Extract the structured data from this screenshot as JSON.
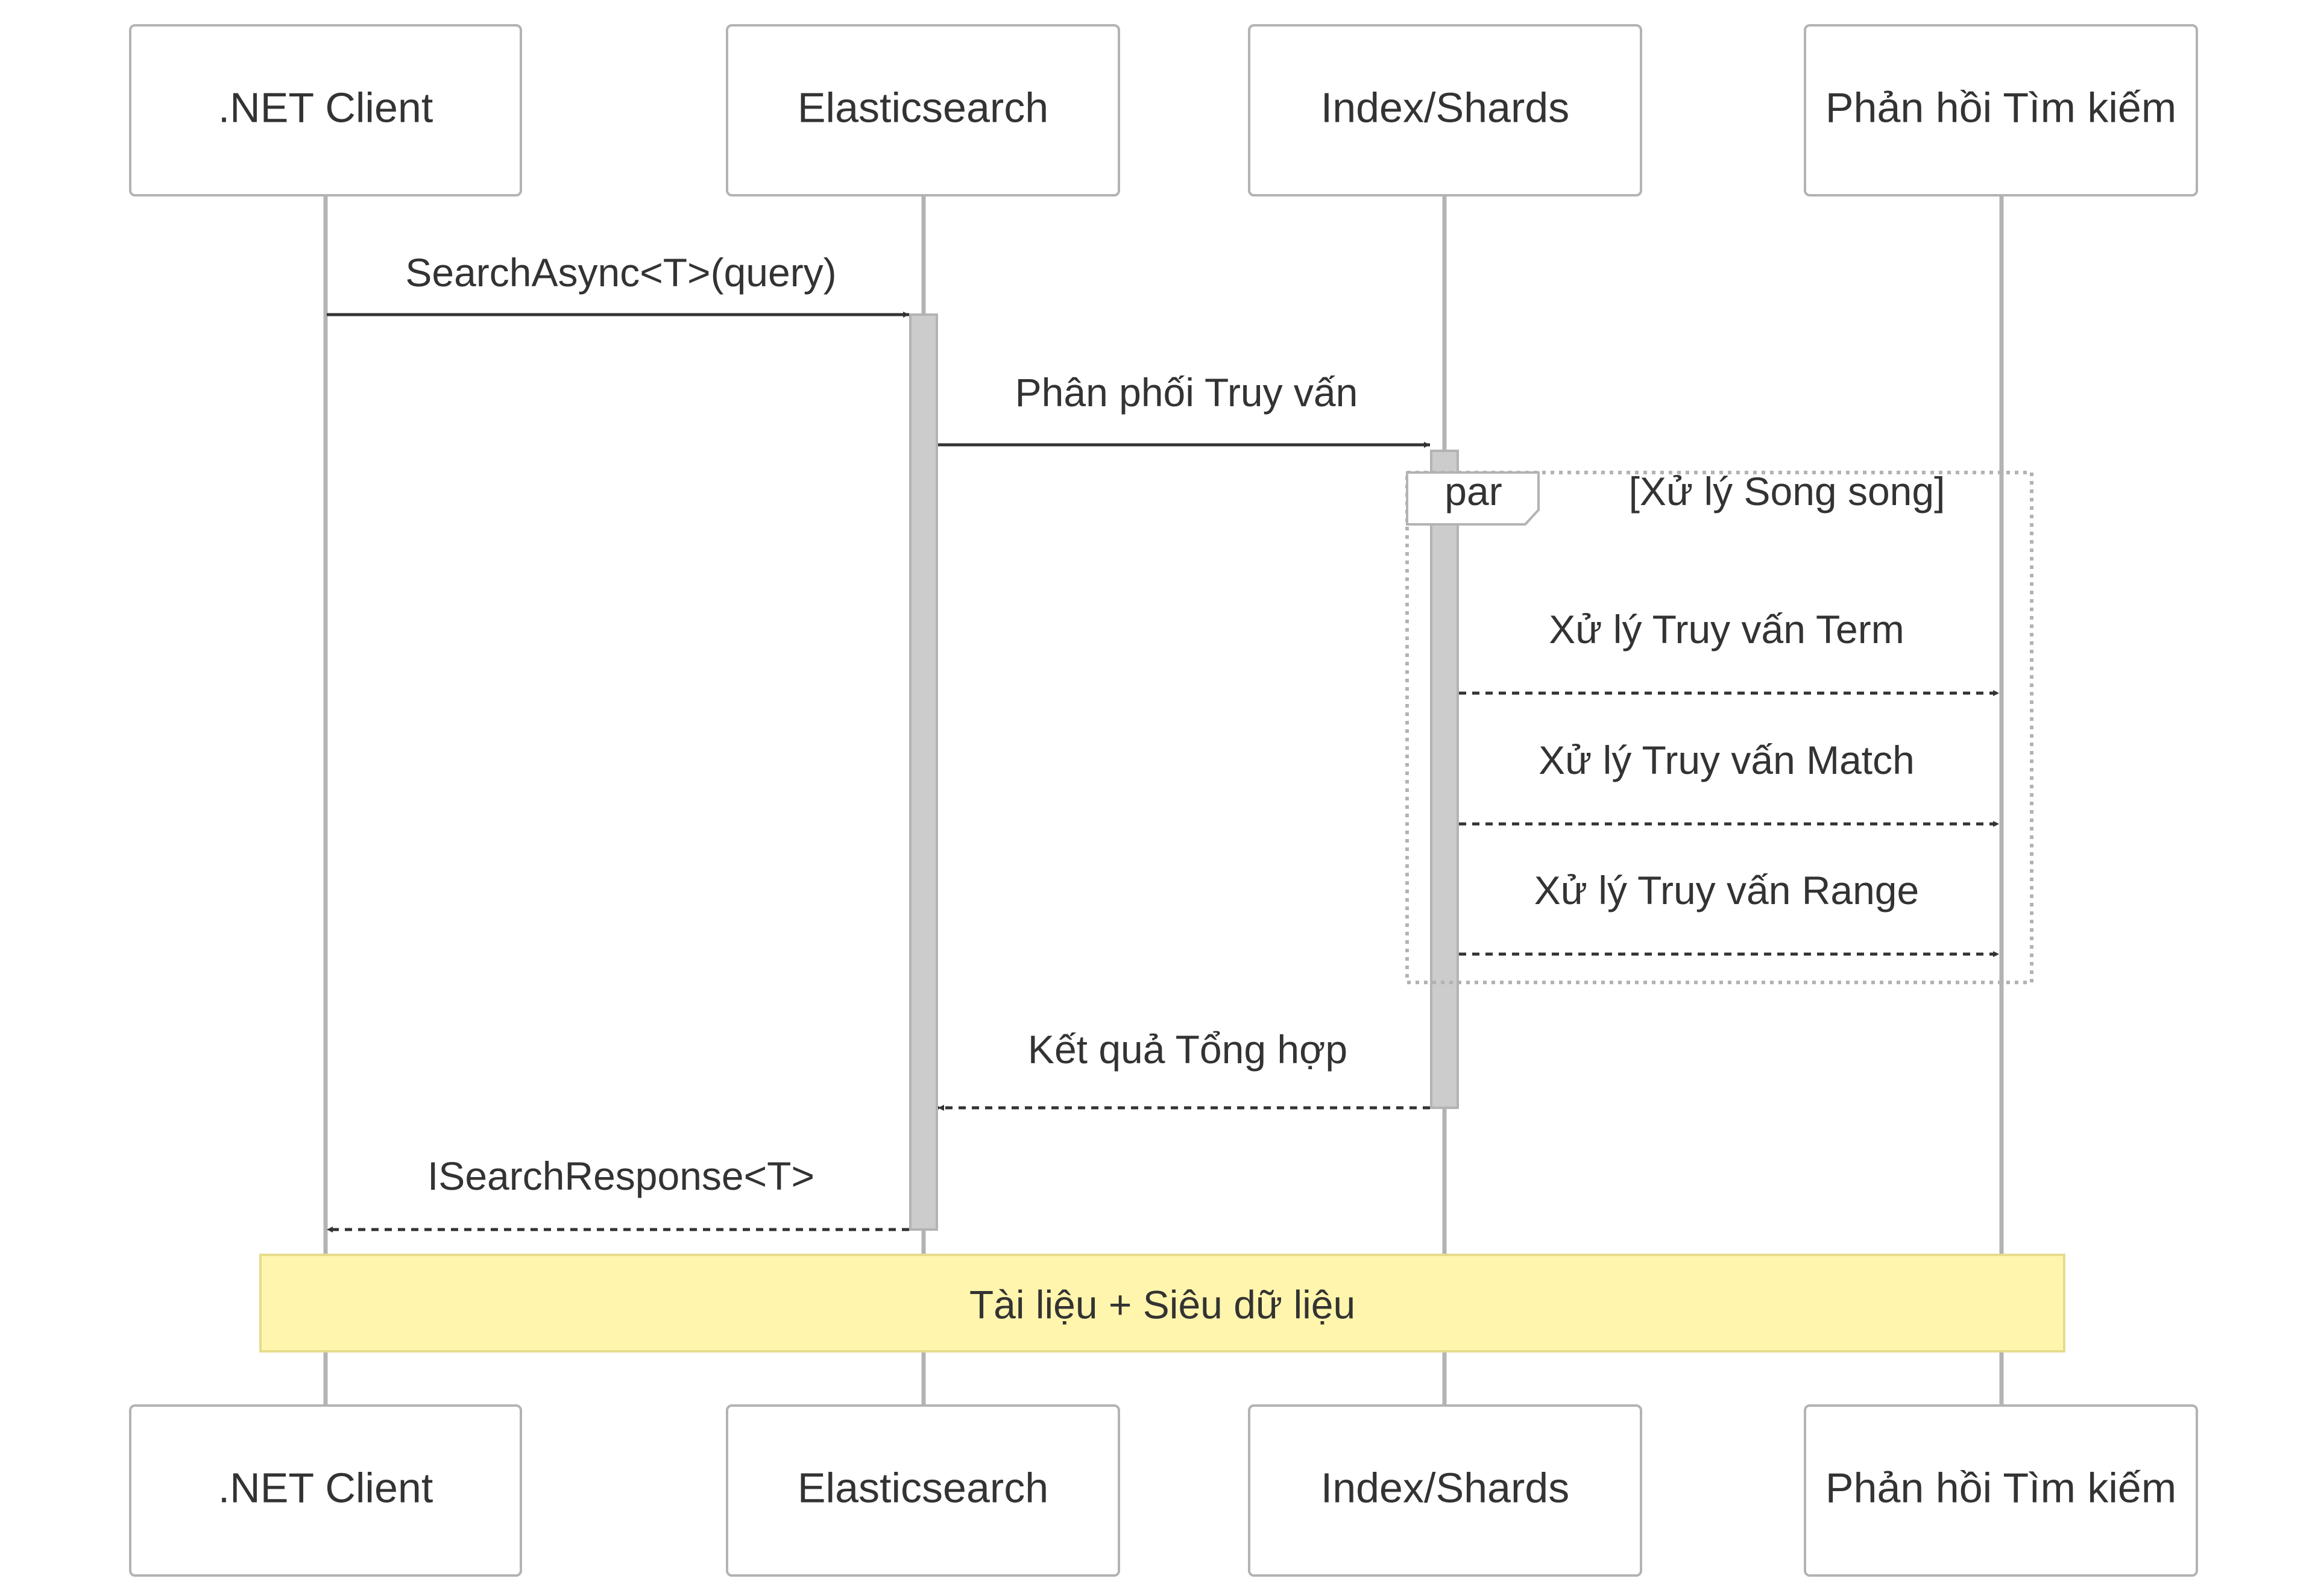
{
  "participants": [
    {
      "id": "client",
      "label": ".NET Client"
    },
    {
      "id": "es",
      "label": "Elasticsearch"
    },
    {
      "id": "index",
      "label": "Index/Shards"
    },
    {
      "id": "response",
      "label": "Phản hồi Tìm kiếm"
    }
  ],
  "messages": [
    {
      "from": "client",
      "to": "es",
      "label": "SearchAsync<T>(query)",
      "style": "solid"
    },
    {
      "from": "es",
      "to": "index",
      "label": "Phân phối Truy vấn",
      "style": "solid"
    },
    {
      "from": "index",
      "to": "response",
      "label": "Xử lý Truy vấn Term",
      "style": "dashed"
    },
    {
      "from": "index",
      "to": "response",
      "label": "Xử lý Truy vấn Match",
      "style": "dashed"
    },
    {
      "from": "index",
      "to": "response",
      "label": "Xử lý Truy vấn Range",
      "style": "dashed"
    },
    {
      "from": "index",
      "to": "es",
      "label": "Kết quả Tổng hợp",
      "style": "dashed"
    },
    {
      "from": "es",
      "to": "client",
      "label": "ISearchResponse<T>",
      "style": "dashed"
    }
  ],
  "frame": {
    "keyword": "par",
    "condition": "[Xử lý Song song]"
  },
  "note": {
    "text": "Tài liệu + Siêu dữ liệu"
  },
  "colors": {
    "line": "#333333",
    "lifeline": "#b3b3b3",
    "activation": "#cccccc",
    "note_fill": "#fff5ad"
  }
}
